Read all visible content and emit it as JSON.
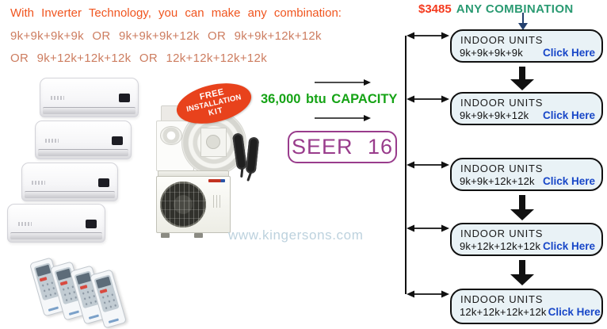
{
  "intro": {
    "line1": "With Inverter Technology, you can make any combination:",
    "line2": "9k+9k+9k+9k OR 9k+9k+9k+12k OR 9k+9k+12k+12k",
    "line3": "OR 9k+12k+12k+12k OR 12k+12k+12k+12k"
  },
  "offer": {
    "price": "$3485",
    "label": "ANY COMBINATION"
  },
  "kit_badge": {
    "line1": "FREE",
    "line2": "INSTALLATION",
    "line3": "KIT"
  },
  "specs": {
    "capacity": "36,000 btu CAPACITY",
    "seer": "SEER 16"
  },
  "watermark": "www.kingersons.com",
  "flowchart": {
    "boxes": [
      {
        "title": "INDOOR UNITS",
        "combo": "9k+9k+9k+9k",
        "link": "Click Here"
      },
      {
        "title": "INDOOR UNITS",
        "combo": "9k+9k+9k+12k",
        "link": "Click Here"
      },
      {
        "title": "INDOOR UNITS",
        "combo": "9k+9k+12k+12k",
        "link": "Click Here"
      },
      {
        "title": "INDOOR UNITS",
        "combo": "9k+12k+12k+12k",
        "link": "Click Here"
      },
      {
        "title": "INDOOR UNITS",
        "combo": "12k+12k+12k+12k",
        "link": "Click Here"
      }
    ]
  },
  "colors": {
    "intro_orange": "#f0551f",
    "combo_salmon": "#cd7d60",
    "price_red": "#f43a1e",
    "offer_green": "#2a9a72",
    "capacity_green": "#15a315",
    "seer_purple": "#993c8c",
    "link_blue": "#1847c8",
    "flow_box_fill": "#e9f2f6",
    "badge_red": "#e8421c",
    "watermark_blue": "#bdd2de"
  }
}
